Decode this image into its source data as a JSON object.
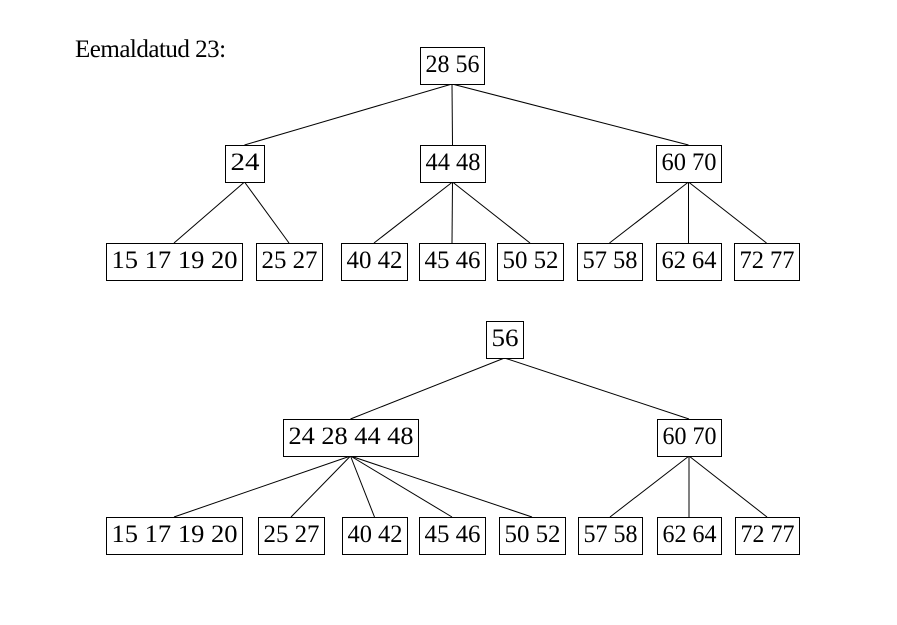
{
  "caption": "Eemaldatud 23:",
  "trees": [
    {
      "nodes": [
        {
          "id": "r",
          "text": "28 56"
        },
        {
          "id": "a",
          "text": "24"
        },
        {
          "id": "b",
          "text": "44 48"
        },
        {
          "id": "c",
          "text": "60 70"
        },
        {
          "id": "l1",
          "text": "15 17 19 20"
        },
        {
          "id": "l2",
          "text": "25 27"
        },
        {
          "id": "l3",
          "text": "40 42"
        },
        {
          "id": "l4",
          "text": "45 46"
        },
        {
          "id": "l5",
          "text": "50 52"
        },
        {
          "id": "l6",
          "text": "57 58"
        },
        {
          "id": "l7",
          "text": "62 64"
        },
        {
          "id": "l8",
          "text": "72 77"
        }
      ],
      "edges": [
        [
          "r",
          "a"
        ],
        [
          "r",
          "b"
        ],
        [
          "r",
          "c"
        ],
        [
          "a",
          "l1"
        ],
        [
          "a",
          "l2"
        ],
        [
          "b",
          "l3"
        ],
        [
          "b",
          "l4"
        ],
        [
          "b",
          "l5"
        ],
        [
          "c",
          "l6"
        ],
        [
          "c",
          "l7"
        ],
        [
          "c",
          "l8"
        ]
      ]
    },
    {
      "nodes": [
        {
          "id": "r",
          "text": "56"
        },
        {
          "id": "a",
          "text": "24 28 44 48"
        },
        {
          "id": "c",
          "text": "60 70"
        },
        {
          "id": "l1",
          "text": "15 17 19 20"
        },
        {
          "id": "l2",
          "text": "25 27"
        },
        {
          "id": "l3",
          "text": "40 42"
        },
        {
          "id": "l4",
          "text": "45 46"
        },
        {
          "id": "l5",
          "text": "50 52"
        },
        {
          "id": "l6",
          "text": "57 58"
        },
        {
          "id": "l7",
          "text": "62 64"
        },
        {
          "id": "l8",
          "text": "72 77"
        }
      ],
      "edges": [
        [
          "r",
          "a"
        ],
        [
          "r",
          "c"
        ],
        [
          "a",
          "l1"
        ],
        [
          "a",
          "l2"
        ],
        [
          "a",
          "l3"
        ],
        [
          "a",
          "l4"
        ],
        [
          "a",
          "l5"
        ],
        [
          "c",
          "l6"
        ],
        [
          "c",
          "l7"
        ],
        [
          "c",
          "l8"
        ]
      ]
    }
  ]
}
